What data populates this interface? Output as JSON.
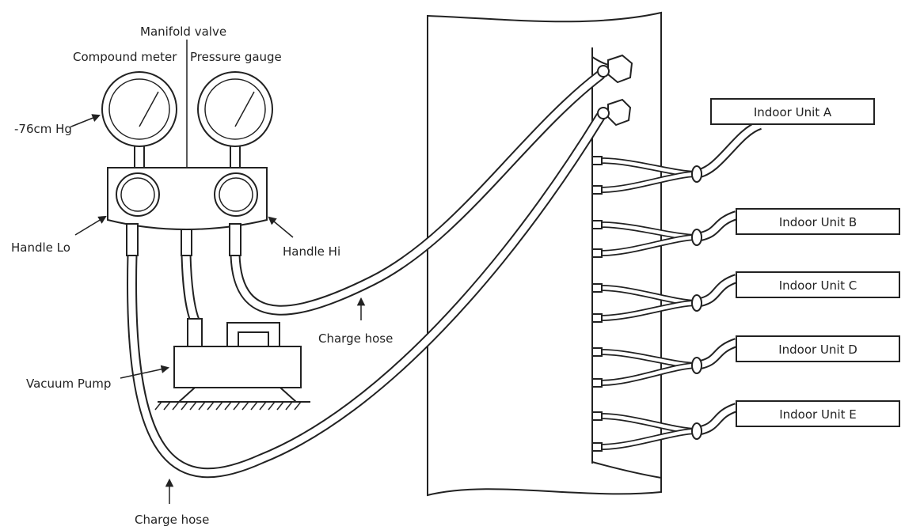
{
  "labels": {
    "manifold_valve": "Manifold valve",
    "compound_meter": "Compound meter",
    "pressure_gauge": "Pressure gauge",
    "vacuum_reading": "-76cm Hg",
    "handle_lo": "Handle Lo",
    "handle_hi": "Handle Hi",
    "vacuum_pump": "Vacuum Pump",
    "charge_hose_upper": "Charge hose",
    "charge_hose_lower": "Charge hose"
  },
  "indoor_units": [
    "Indoor Unit A",
    "Indoor Unit B",
    "Indoor Unit C",
    "Indoor Unit D",
    "Indoor Unit E"
  ]
}
